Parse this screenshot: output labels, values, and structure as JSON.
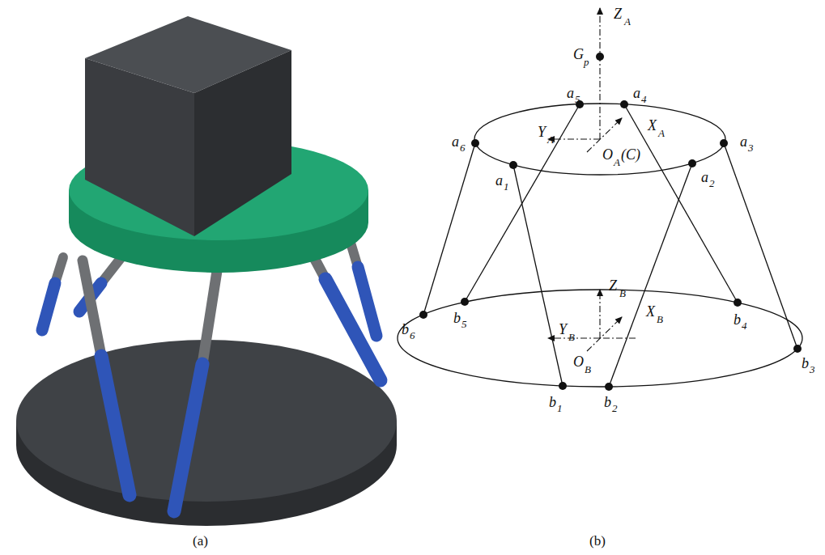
{
  "diagram": {
    "labels": [
      "(a)",
      "(b)",
      "Z",
      "A",
      "G",
      "p",
      "a",
      "5",
      "a",
      "4",
      "Y",
      "A",
      "X",
      "A",
      "O",
      "A",
      "(C)",
      "a",
      "6",
      "a",
      "3",
      "a",
      "1",
      "a",
      "2",
      "Z",
      "B",
      "Y",
      "B",
      "X",
      "B",
      "O",
      "B",
      "b",
      "5",
      "b",
      "6",
      "b",
      "4",
      "b",
      "3",
      "b",
      "1",
      "b",
      "2"
    ]
  }
}
